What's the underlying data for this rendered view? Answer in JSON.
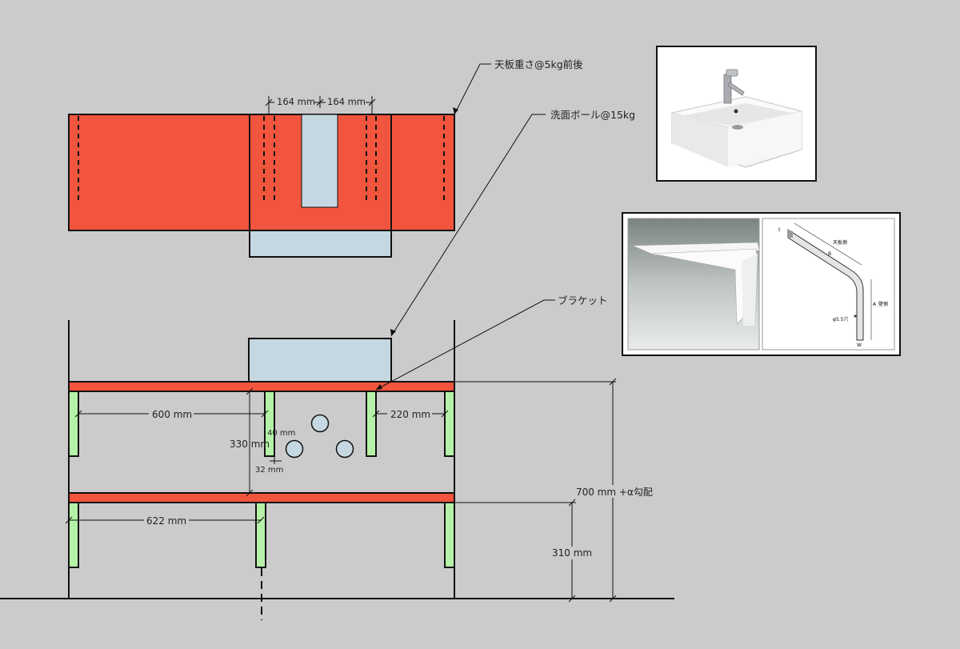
{
  "colors": {
    "background": "#cbcbcb",
    "countertop": "#f2553d",
    "basin": "#c5d8e2",
    "bracket": "#b5f2a8",
    "outline": "#111111"
  },
  "annotations": {
    "countertop_weight": "天板重さ@5kg前後",
    "basin_weight": "洗面ボール@15kg",
    "bracket": "ブラケット"
  },
  "dimensions": {
    "top_left": "164 mm",
    "top_right": "164 mm",
    "span_600": "600 mm",
    "span_220": "220 mm",
    "h_330": "330 mm",
    "pipe_40": "40 mm",
    "pipe_32": "32 mm",
    "span_622": "622 mm",
    "h_700": "700 mm +α勾配",
    "h_310": "310 mm"
  },
  "reference_images": {
    "basin_photo": "basin-faucet-photo",
    "bracket_photo": "bracket-photo",
    "bracket_drawing_labels": {
      "top_side": "天板側",
      "b": "B",
      "a": "A",
      "wall_side": "壁側",
      "hole": "φ5.5穴",
      "w": "W",
      "t": "t"
    }
  }
}
